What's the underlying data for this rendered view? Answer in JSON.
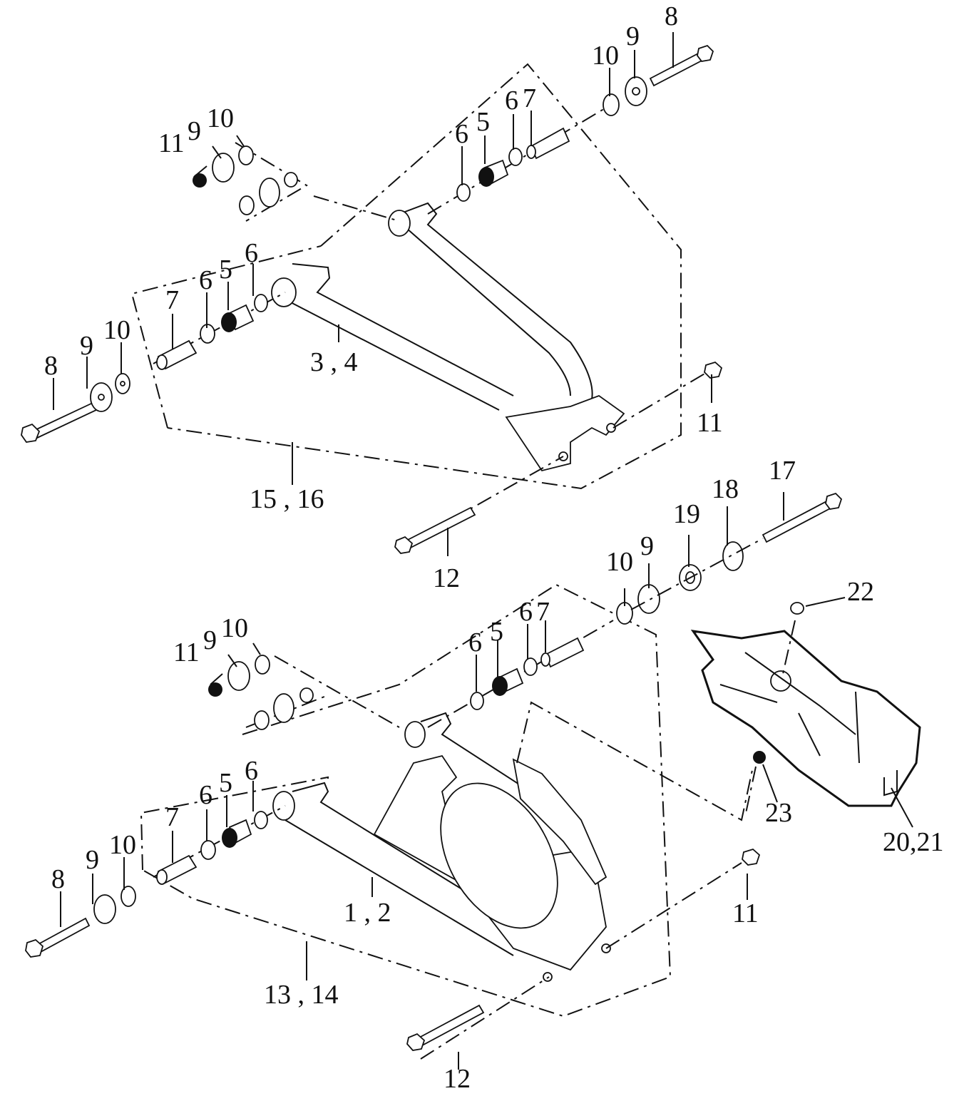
{
  "diagram": {
    "type": "exploded-parts-view",
    "callouts": {
      "upper_arm": "3 , 4",
      "upper_assy": "15 , 16",
      "lower_arm": "1 , 2",
      "lower_assy": "13 , 14",
      "guard": "20,21",
      "n5": "5",
      "n6": "6",
      "n7": "7",
      "n8": "8",
      "n9": "9",
      "n10": "10",
      "n11": "11",
      "n12": "12",
      "n17": "17",
      "n18": "18",
      "n19": "19",
      "n22": "22",
      "n23": "23"
    },
    "line_color": "#111111",
    "background": "#ffffff"
  }
}
